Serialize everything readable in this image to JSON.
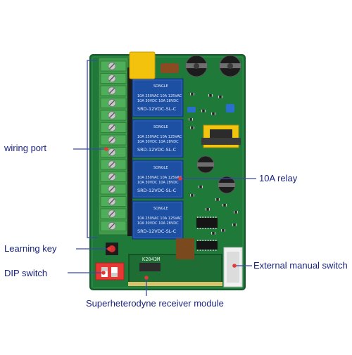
{
  "labels": {
    "wiring_port": "wiring port",
    "learning_key": "Learning key",
    "dip_switch": "DIP switch",
    "relay": "10A relay",
    "external_manual_switch": "External manual switch",
    "receiver_module": "Superheterodyne receiver module"
  },
  "relay": {
    "brand": "SONGLE",
    "rating_line1": "10A 250VAC  10A 125VAC",
    "rating_line2": "10A 30VDC  10A 28VDC",
    "model": "SRD-12VDC-SL-C"
  },
  "module_marking": "K2043M",
  "colors": {
    "pcb_green": "#1f7a3a",
    "terminal_green": "#3f9a4b",
    "relay_blue": "#1d4fa3",
    "label_text": "#1a237e",
    "callout_line": "#3949ab",
    "callout_dot": "#e53935"
  }
}
